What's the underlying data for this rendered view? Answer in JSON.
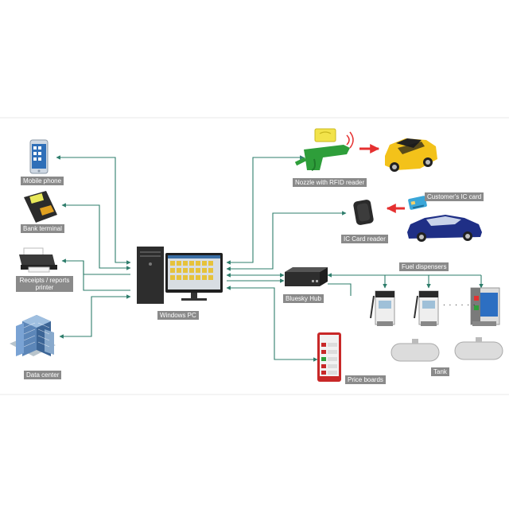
{
  "nodes": {
    "mobile_phone": "Mobile phone",
    "bank_terminal": "Bank terminal",
    "receipts_printer": "Receipts / reports printer",
    "data_center": "Data center",
    "windows_pc": "Windows PC",
    "nozzle_rfid": "Nozzle with RFID reader",
    "customer_ic_card": "Customer's IC card",
    "ic_card_reader": "IC Card reader",
    "bluesky_hub": "Bluesky Hub",
    "fuel_dispensers": "Fuel dispensers",
    "tank": "Tank",
    "price_boards": "Price boards"
  },
  "dispenser_gap": ". . . . . .",
  "colors": {
    "line": "#2e7d6b",
    "red_arrow": "#e53030",
    "label_bg": "#8a8a8a"
  }
}
